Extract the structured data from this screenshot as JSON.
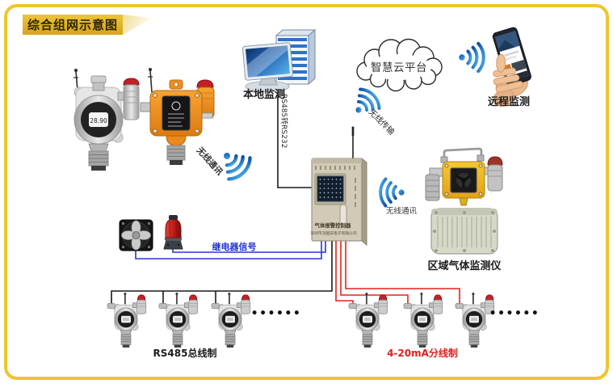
{
  "title": "综合组网示意图",
  "colors": {
    "border_yellow": "#f1c42e",
    "wire_blue": "#2a35cf",
    "wire_red": "#e2231a",
    "wire_black": "#1a1a1a",
    "wifi_blue": "#1f72c8",
    "label_red": "#e02020",
    "label_blue": "#2233cc"
  },
  "nodes": {
    "local_monitor": {
      "label": "本地监测",
      "icon": "computer-with-server-tower"
    },
    "cloud": {
      "label": "智慧云平台",
      "icon": "cloud-outline"
    },
    "remote_monitor": {
      "label": "远程监测",
      "icon": "hand-holding-phone"
    },
    "controller": {
      "label": "气体报警控制器",
      "sub_label": "深圳市深国安电子有限公司",
      "icon": "gas-alarm-controller"
    },
    "area_monitor": {
      "label": "区域气体监测仪",
      "icon": "area-gas-monitor"
    },
    "fixed_detector_display": "28.90",
    "fan": {
      "icon": "exhaust-fan"
    },
    "alarm_beacon": {
      "icon": "red-alarm-light"
    }
  },
  "links": {
    "serial": {
      "label": "RS485转RS232"
    },
    "wireless_transfer": {
      "label": "无线传输"
    },
    "wireless_comm_left": {
      "label": "无线通讯"
    },
    "wireless_comm_right": {
      "label": "无线通讯"
    },
    "relay_signal": {
      "label": "继电器信号"
    },
    "rs485_bus": {
      "label": "RS485总线制"
    },
    "ma_branch": {
      "label": "4-20mA分线制"
    },
    "ellipsis_left": "••••••",
    "ellipsis_right": "••••••"
  }
}
